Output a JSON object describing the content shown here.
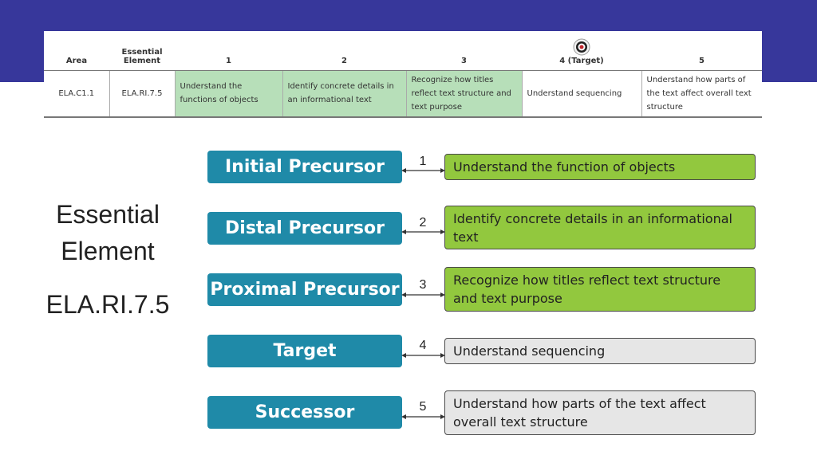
{
  "table": {
    "headers": [
      "Area",
      "Essential Element",
      "1",
      "2",
      "3",
      "4 (Target)",
      "5"
    ],
    "row": [
      "ELA.C1.1",
      "ELA.RI.7.5",
      "Understand the functions of objects",
      "Identify concrete details in an informational text",
      "Recognize how titles reflect text structure and text purpose",
      "Understand sequencing",
      "Understand how parts of the text affect overall text structure"
    ]
  },
  "essential_element": {
    "line1": "Essential",
    "line2": "Element",
    "code": "ELA.RI.7.5"
  },
  "stages": [
    {
      "label": "Initial Precursor",
      "number": "1",
      "description": "Understand the function of objects",
      "status": "green"
    },
    {
      "label": "Distal Precursor",
      "number": "2",
      "description": "Identify concrete details in an informational text",
      "status": "green"
    },
    {
      "label": "Proximal Precursor",
      "number": "3",
      "description": "Recognize how titles reflect text structure and text purpose",
      "status": "green"
    },
    {
      "label": "Target",
      "number": "4",
      "description": "Understand sequencing",
      "status": "gray"
    },
    {
      "label": "Successor",
      "number": "5",
      "description": "Understand how parts of the text affect overall text structure",
      "status": "gray"
    }
  ],
  "colors": {
    "header_bar": "#37379b",
    "stage_box": "#1f8aa8",
    "desc_green": "#92c83e",
    "desc_gray": "#e6e6e6",
    "table_green": "#b7dfb9"
  }
}
